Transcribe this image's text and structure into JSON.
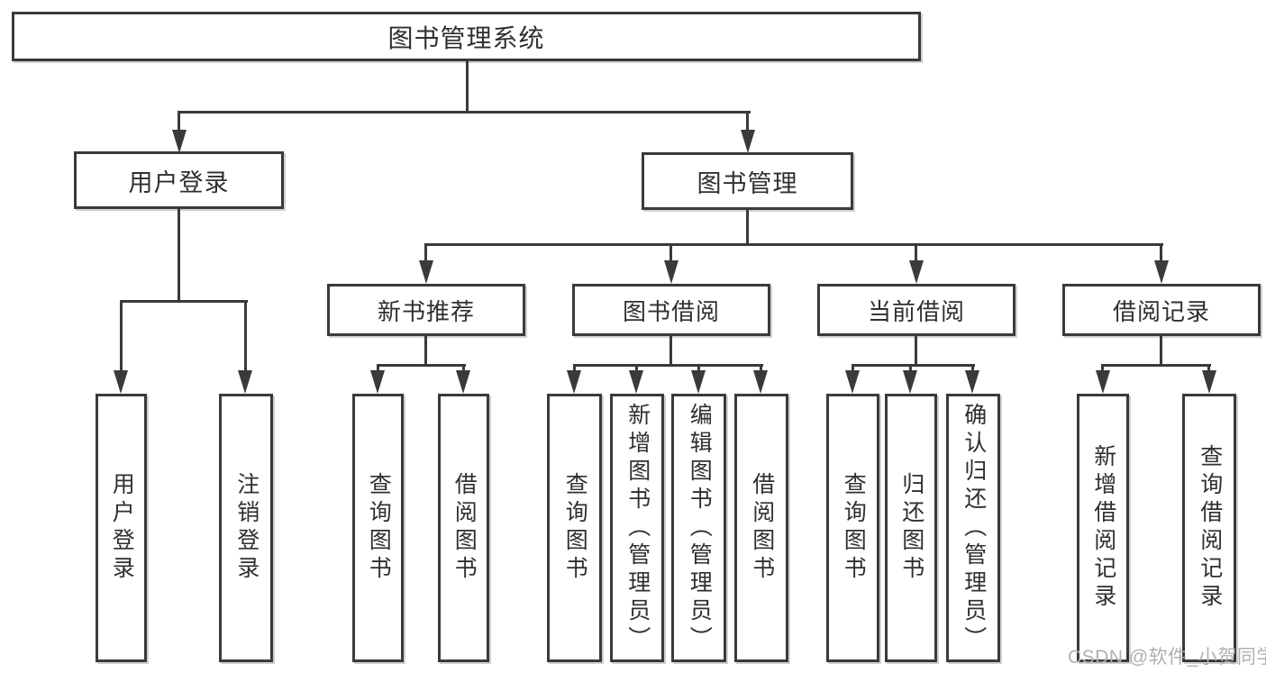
{
  "diagram_title": "图书管理系统",
  "nodes": {
    "root": "图书管理系统",
    "user_login": "用户登录",
    "book_mgmt": "图书管理",
    "new_books": "新书推荐",
    "book_borrow": "图书借阅",
    "current_borrow": "当前借阅",
    "borrow_records": "借阅记录",
    "leaf_user_login": "用户登录",
    "leaf_logout": "注销登录",
    "leaf_nb_query": "查询图书",
    "leaf_nb_borrow": "借阅图书",
    "leaf_bb_query": "查询图书",
    "leaf_bb_add": "新增图书（管理员）",
    "leaf_bb_edit": "编辑图书（管理员）",
    "leaf_bb_borrow": "借阅图书",
    "leaf_cb_query": "查询图书",
    "leaf_cb_return": "归还图书",
    "leaf_cb_confirm": "确认归还（管理员）",
    "leaf_br_add": "新增借阅记录",
    "leaf_br_query": "查询借阅记录"
  },
  "watermark": "CSDN @软件_小贺同学",
  "colors": {
    "line": "#3a3a3a",
    "text": "#2f2f2f",
    "watermark": "#b0b0b0",
    "background": "#ffffff"
  }
}
